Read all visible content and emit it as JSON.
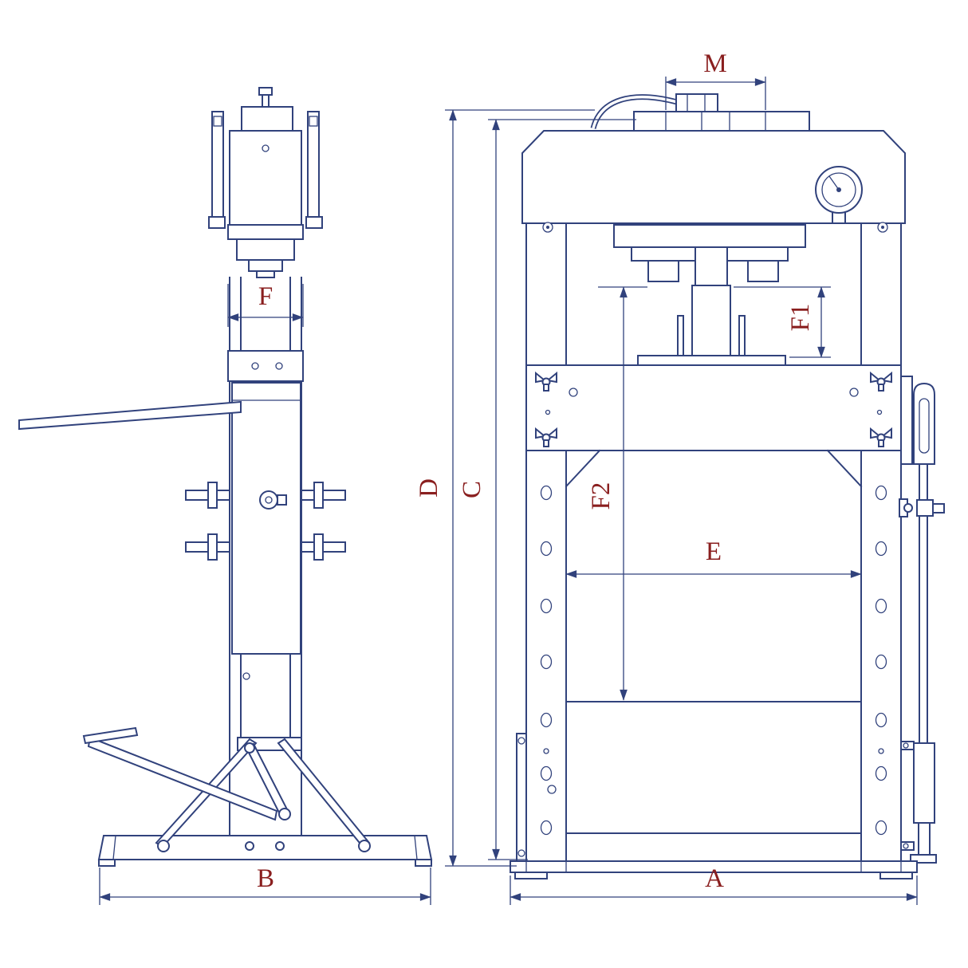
{
  "colors": {
    "line": "#31427c",
    "label": "#8a1f1f",
    "background": "#ffffff"
  },
  "dimensions": {
    "m": "M",
    "f": "F",
    "f1": "F1",
    "f2": "F2",
    "d": "D",
    "c": "C",
    "e": "E",
    "b": "B",
    "a": "A"
  }
}
